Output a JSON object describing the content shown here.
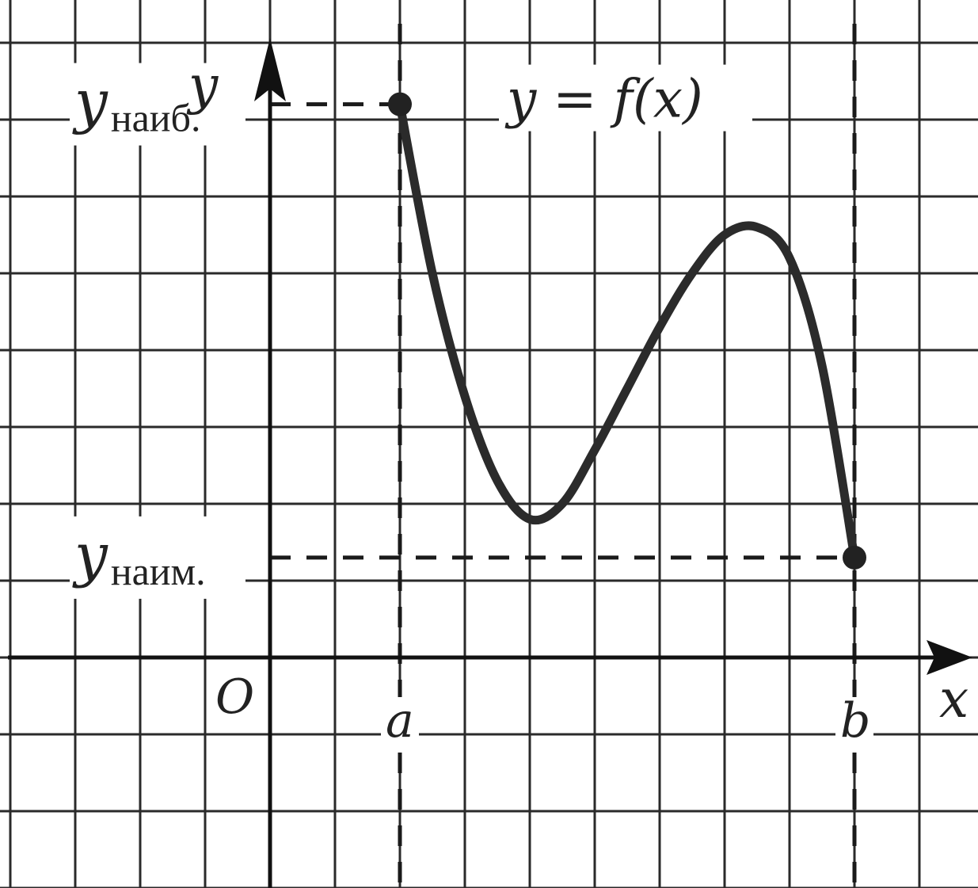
{
  "chart_data": {
    "type": "line",
    "title": "y = f(x)",
    "xlabel": "x",
    "ylabel": "y",
    "origin_label": "O",
    "x_ticks": [
      {
        "value": 2,
        "label": "a"
      },
      {
        "value": 9,
        "label": "b"
      }
    ],
    "y_ticks": [
      {
        "value": 7.2,
        "main": "y",
        "sub": "наиб."
      },
      {
        "value": 1.3,
        "main": "y",
        "sub": "наим."
      }
    ],
    "xlim": [
      -4,
      10
    ],
    "ylim": [
      -1.2,
      9.4
    ],
    "grid": true,
    "series": [
      {
        "x": [
          2,
          2.5,
          3,
          3.5,
          4,
          4.5,
          5,
          5.5,
          6,
          6.5,
          7,
          7.5,
          8,
          8.5,
          9
        ],
        "values": [
          7.2,
          5.0,
          3.4,
          2.3,
          1.8,
          2.0,
          2.7,
          3.5,
          4.3,
          5.0,
          5.5,
          5.6,
          5.2,
          3.8,
          1.3
        ]
      }
    ],
    "endpoints": [
      {
        "x": 2,
        "y": 7.2
      },
      {
        "x": 9,
        "y": 1.3
      }
    ]
  }
}
